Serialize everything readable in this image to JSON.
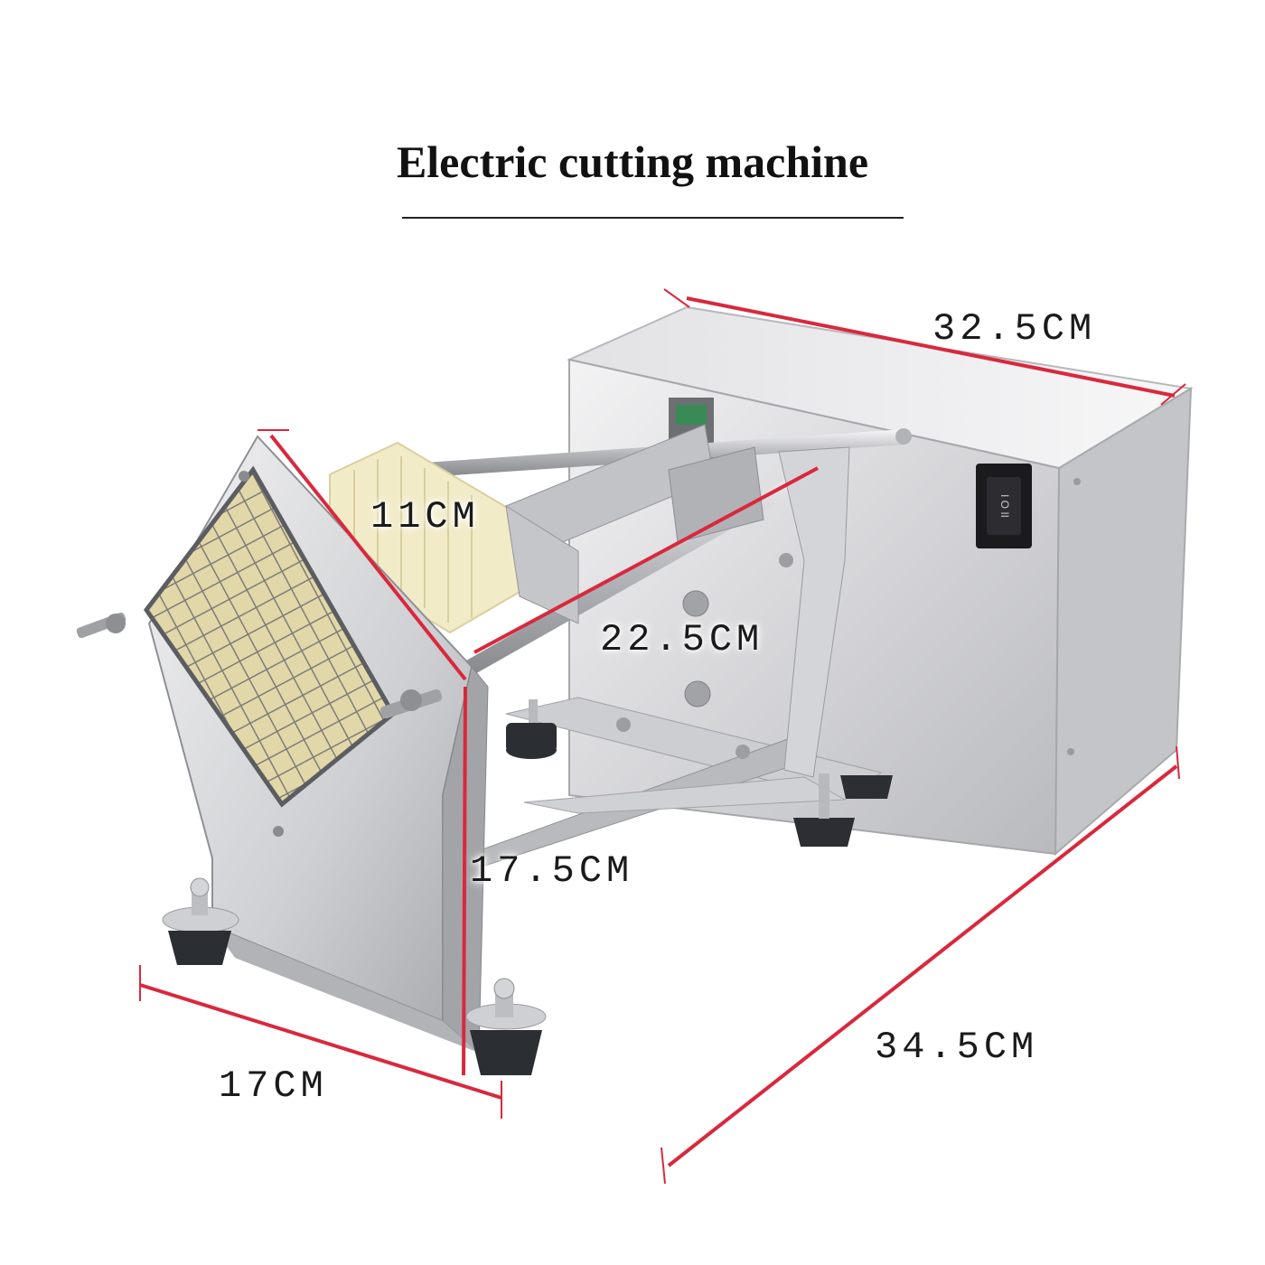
{
  "title": "Electric cutting machine",
  "dimensions": {
    "top_length": "32.5CM",
    "frame_height": "11CM",
    "rod_length": "22.5CM",
    "front_height": "17.5CM",
    "front_width": "17CM",
    "total_length": "34.5CM"
  },
  "switch": {
    "symbols": "I O II"
  },
  "colors": {
    "dimension_line": "#d9283d",
    "steel_light": "#e9e9ea",
    "steel_mid": "#c9c9cc",
    "steel_dark": "#8f9095",
    "rubber_foot": "#2b2e33",
    "potato": "#f1ebc7",
    "switch_body": "#1b1b1d"
  }
}
